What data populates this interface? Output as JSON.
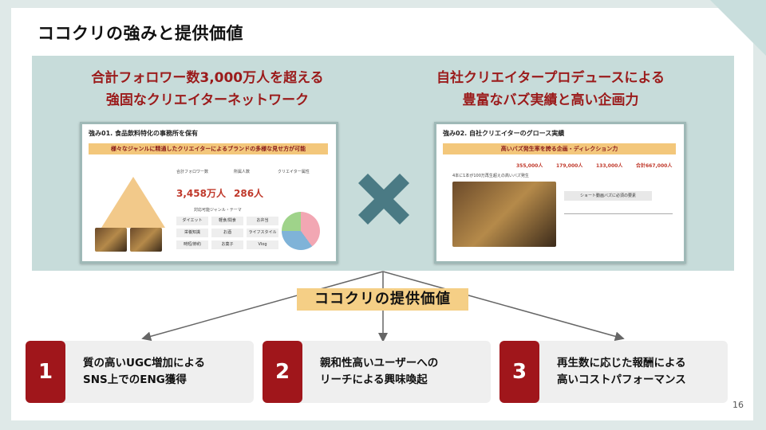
{
  "page_title": "ココクリの強みと提供価値",
  "strengths": [
    {
      "headline_line1": "合計フォロワー数3,000万人を超える",
      "headline_line2": "強固なクリエイターネットワーク"
    },
    {
      "headline_line1": "自社クリエイタープロデュースによる",
      "headline_line2": "豊富なバズ実績と高い企画力"
    }
  ],
  "thumb_left": {
    "title": "強み01. 食品飲料特化の事務所を保有",
    "banner": "様々なジャンルに精通したクリエイターによるブランドの多様な見せ方が可能",
    "col1": "合計フォロワー数",
    "col2": "所属人数",
    "col3": "クリエイター属性",
    "followers": "3,458万人",
    "members": "286人",
    "genre_heading": "対応可能ジャンル・テーマ",
    "genres": [
      "ダイエット",
      "軽食/間食",
      "お弁当",
      "栄養知識",
      "お酒",
      "ライフスタイル",
      "時短/節約",
      "お菓子",
      "Vlog"
    ]
  },
  "thumb_right": {
    "title": "強み02. 自社クリエイターのグロース実績",
    "banner": "高いバズ発生率を誇る企画・ディレクション力",
    "ig": "355,000人",
    "tt": "179,000人",
    "yt": "133,000人",
    "total": "合計667,000人",
    "caption1": "4本に1本が100万再生超えの高いバズ発生",
    "caption2": "ショート動画バズに必須の要素"
  },
  "section_label": "ココクリの提供価値",
  "values": [
    {
      "number": "1",
      "line1": "質の高いUGC増加による",
      "line2": "SNS上でのENG獲得"
    },
    {
      "number": "2",
      "line1": "親和性高いユーザーへの",
      "line2": "リーチによる興味喚起"
    },
    {
      "number": "3",
      "line1": "再生数に応じた報酬による",
      "line2": "高いコストパフォーマンス"
    }
  ],
  "page_number": "16",
  "colors": {
    "accent": "#a0161b",
    "band": "#c7dcda",
    "label_bg": "#f5cf86",
    "cross": "#4a7a84"
  }
}
